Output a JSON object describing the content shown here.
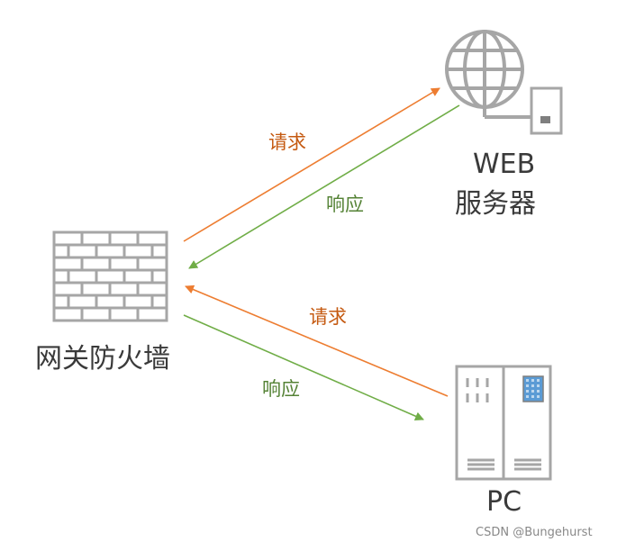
{
  "colors": {
    "request": "#ED7D31",
    "response": "#70AD47",
    "request_text": "#C55A11",
    "response_text": "#548235",
    "icon_gray": "#A6A6A6",
    "icon_dark": "#7F7F7F",
    "pc_blue": "#5B9BD5"
  },
  "icons": {
    "firewall": "brick-wall-icon",
    "server": "globe-server-icon",
    "pc": "pc-tower-icon"
  },
  "nodes": {
    "firewall": {
      "label": "网关防火墙"
    },
    "server": {
      "line1": "WEB",
      "line2": "服务器"
    },
    "pc": {
      "label": "PC"
    }
  },
  "arrows": {
    "fw_to_server": {
      "label": "请求"
    },
    "server_to_fw": {
      "label": "响应"
    },
    "pc_to_fw": {
      "label": "请求"
    },
    "fw_to_pc": {
      "label": "响应"
    }
  },
  "watermark": "CSDN @Bungehurst"
}
